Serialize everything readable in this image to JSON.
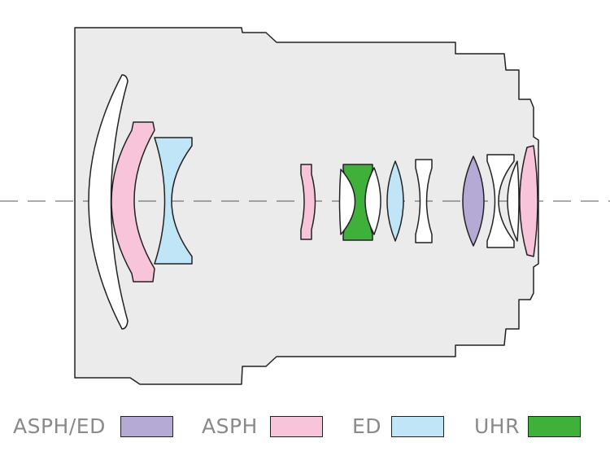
{
  "legend": {
    "items": [
      {
        "label": "ASPH/ED",
        "color": "#b5aad6"
      },
      {
        "label": "ASPH",
        "color": "#f7c4da"
      },
      {
        "label": "ED",
        "color": "#bfe5f7"
      },
      {
        "label": "UHR",
        "color": "#3fb03a"
      }
    ]
  },
  "colors": {
    "barrel": "#ebebeb",
    "outline": "#222222",
    "plain_glass": "#ffffff",
    "axis": "#555555"
  }
}
